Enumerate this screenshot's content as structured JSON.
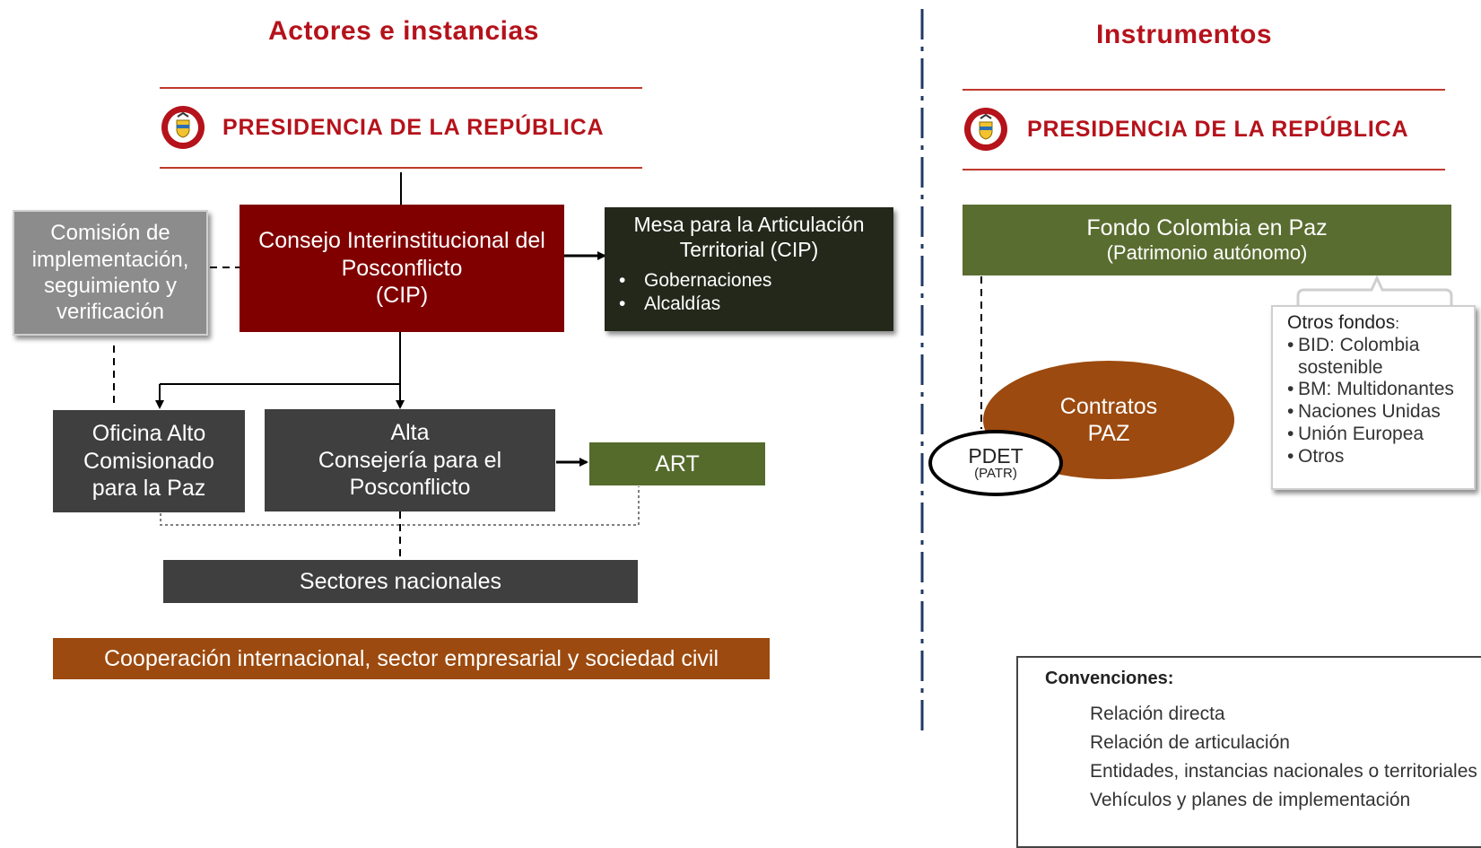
{
  "left": {
    "title": "Actores e instancias",
    "presidency": "PRESIDENCIA DE LA REPÚBLICA",
    "comision": "Comisión de implementación, seguimiento y verificación",
    "consejo": [
      "Consejo Interinstitucional del",
      "Posconflicto",
      "(CIP)"
    ],
    "mesa": {
      "title": [
        "Mesa para la Articulación",
        "Territorial (CIP)"
      ],
      "items": [
        "Gobernaciones",
        "Alcaldías"
      ]
    },
    "oficina": [
      "Oficina Alto",
      "Comisionado",
      "para la Paz"
    ],
    "alta": [
      "Alta",
      "Consejería para el",
      "Posconflicto"
    ],
    "art": "ART",
    "sectores": "Sectores nacionales",
    "cooperacion": "Cooperación internacional, sector empresarial y sociedad civil"
  },
  "right": {
    "title": "Instrumentos",
    "presidency": "PRESIDENCIA DE LA REPÚBLICA",
    "fondo": [
      "Fondo Colombia en Paz",
      "(Patrimonio autónomo)"
    ],
    "contratos": [
      "Contratos",
      "PAZ"
    ],
    "pdet": [
      "PDET",
      "(PATR)"
    ],
    "otros": {
      "title": "Otros fondos",
      "title_suffix": ":",
      "items": [
        "BID: Colombia sostenible",
        "BM: Multidonantes",
        "Naciones Unidas",
        "Unión Europea",
        "Otros"
      ]
    }
  },
  "legend": {
    "title": "Convenciones:",
    "items": [
      "Relación directa",
      "Relación de articulación",
      "Entidades, instancias nacionales o territoriales",
      "Vehículos y planes de implementación"
    ]
  },
  "colors": {
    "title_red": "#b5121b",
    "consejo": "#800000",
    "mesa": "#23281a",
    "charcoal": "#3f3f3f",
    "art": "#546b2c",
    "cooperacion": "#9c4a0f",
    "fondo": "#5a6d30",
    "comision": "#8c8c8c",
    "divider": "#1f3864"
  },
  "icons": {
    "presidency_seal": "colombia-coat-of-arms-icon"
  }
}
